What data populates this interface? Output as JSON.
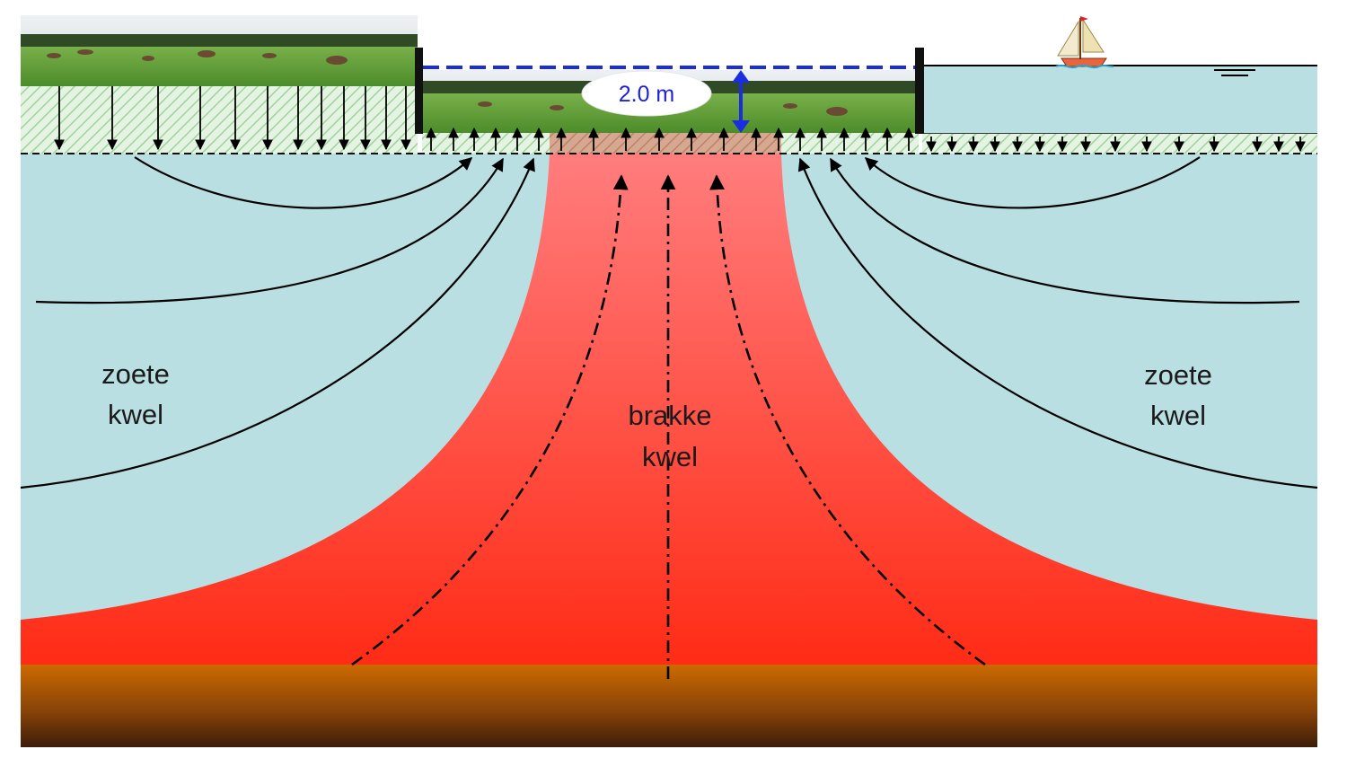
{
  "labels": {
    "left_zone": [
      "zoete",
      "kwel"
    ],
    "center_zone": [
      "brakke",
      "kwel"
    ],
    "right_zone": [
      "zoete",
      "kwel"
    ],
    "head_difference": "2.0 m"
  },
  "colors": {
    "fresh_groundwater": "#b9dfe3",
    "brackish_groundwater_top": "#ff7b7b",
    "brackish_groundwater_bottom": "#ff2a14",
    "deep_layer_top": "#cc6a00",
    "deep_layer_bottom": "#3d1d08",
    "water_level_dash": "#1a2ee0",
    "surface_water": "#b9dfe3",
    "meadow": "#5a9a32"
  },
  "icons": [
    "meadow-photo",
    "sailboat-icon",
    "water-level-symbol",
    "double-arrow-icon"
  ]
}
